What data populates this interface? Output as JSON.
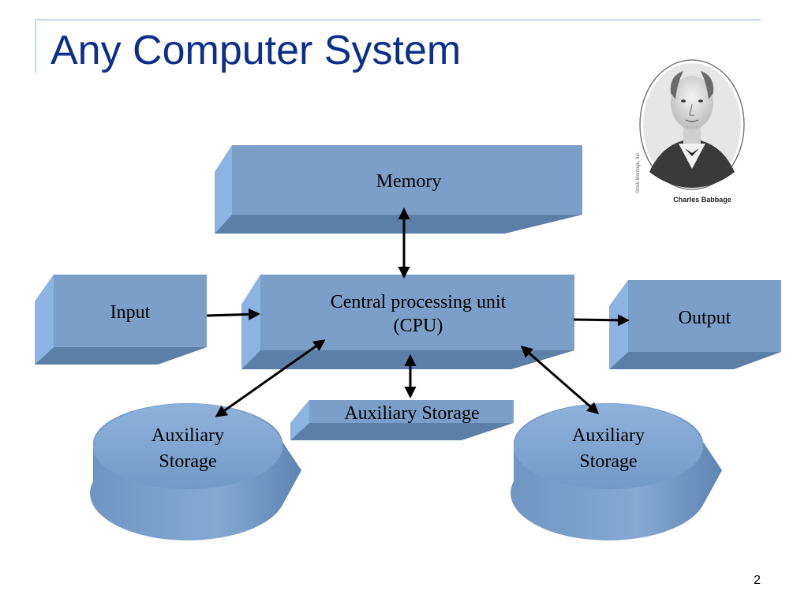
{
  "slide": {
    "title": "Any Computer System",
    "page_number": "2"
  },
  "portrait": {
    "caption": "Charles Babbage",
    "stock_credit": "Stock Montage, Inc."
  },
  "diagram": {
    "nodes": {
      "memory": "Memory",
      "input": "Input",
      "cpu_line1": "Central processing unit",
      "cpu_line2": "(CPU)",
      "output": "Output",
      "aux_center": "Auxiliary Storage",
      "aux_left_line1": "Auxiliary",
      "aux_left_line2": "Storage",
      "aux_right_line1": "Auxiliary",
      "aux_right_line2": "Storage"
    },
    "colors": {
      "box_front": "#7b9fc8",
      "box_side": "#8db3e2",
      "box_bottom": "#5c7fa8",
      "arrow": "#000000"
    }
  }
}
